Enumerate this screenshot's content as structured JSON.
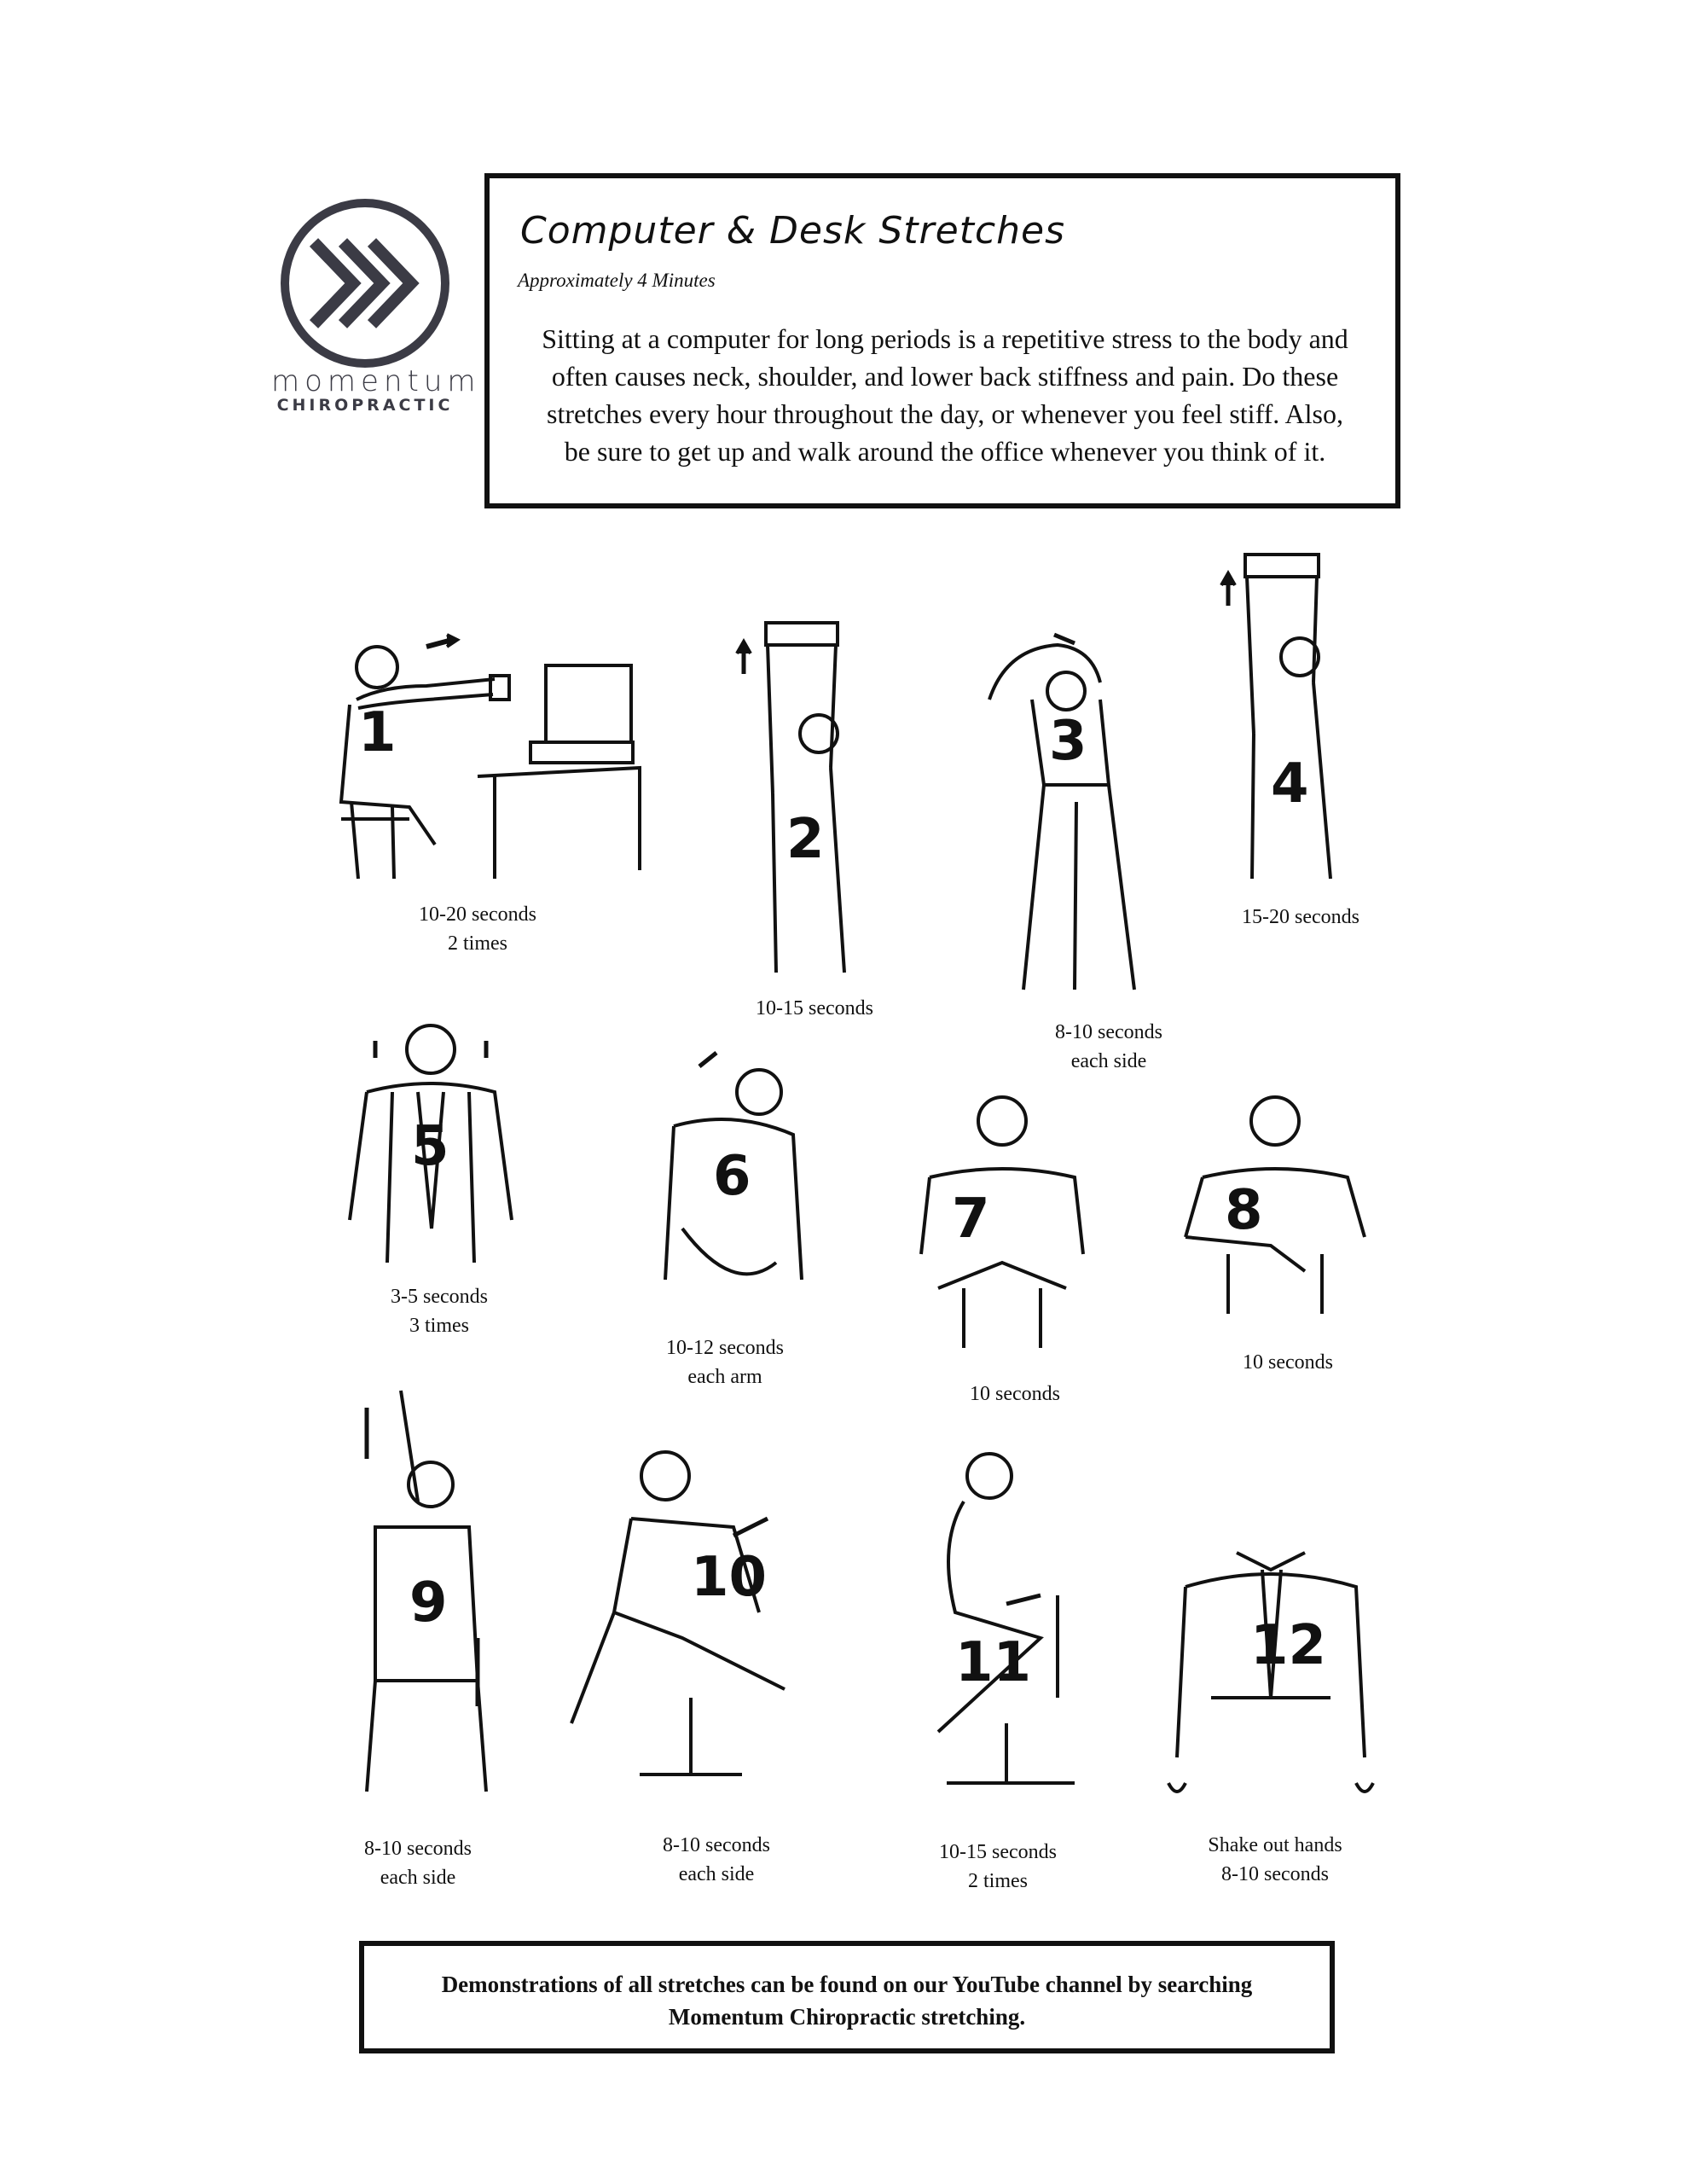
{
  "logo": {
    "brand": "momentum",
    "tagline": "CHIROPRACTIC"
  },
  "header": {
    "title": "Computer & Desk Stretches",
    "subtitle": "Approximately 4 Minutes",
    "intro_lines": [
      "Sitting at a computer for long periods is a repetitive stress to the body and",
      "often causes neck, shoulder, and lower back stiffness and pain.  Do these",
      "stretches every hour throughout the day, or whenever you feel stiff.  Also,",
      "be sure to get up and walk around the office whenever you think of it."
    ]
  },
  "stretches": [
    {
      "number": "1",
      "caption": [
        "10-20 seconds",
        "2 times"
      ]
    },
    {
      "number": "2",
      "caption": [
        "10-15 seconds"
      ]
    },
    {
      "number": "3",
      "caption": [
        "8-10 seconds",
        "each side"
      ]
    },
    {
      "number": "4",
      "caption": [
        "15-20 seconds"
      ]
    },
    {
      "number": "5",
      "caption": [
        "3-5 seconds",
        "3 times"
      ]
    },
    {
      "number": "6",
      "caption": [
        "10-12 seconds",
        "each arm"
      ]
    },
    {
      "number": "7",
      "caption": [
        "10 seconds"
      ]
    },
    {
      "number": "8",
      "caption": [
        "10 seconds"
      ]
    },
    {
      "number": "9",
      "caption": [
        "8-10 seconds",
        "each side"
      ]
    },
    {
      "number": "10",
      "caption": [
        "8-10 seconds",
        "each side"
      ]
    },
    {
      "number": "11",
      "caption": [
        "10-15 seconds",
        "2 times"
      ]
    },
    {
      "number": "12",
      "caption": [
        "Shake out hands",
        "8-10 seconds"
      ]
    }
  ],
  "footer": {
    "lines": [
      "Demonstrations of all stretches can be found on our YouTube channel by searching",
      "Momentum Chiropractic stretching."
    ]
  },
  "colors": {
    "logo": "#3b3b45",
    "ink": "#111111"
  }
}
